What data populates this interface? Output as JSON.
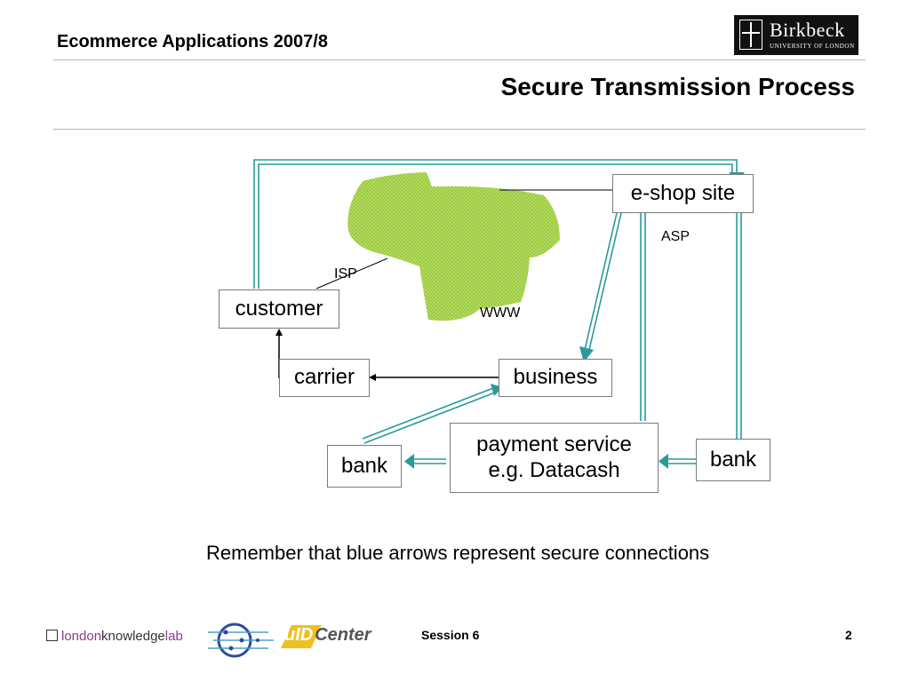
{
  "header": {
    "course_title": "Ecommerce Applications 2007/8",
    "slide_title": "Secure Transmission Process",
    "logo_name": "Birkbeck",
    "logo_sub": "UNIVERSITY OF LONDON"
  },
  "diagram": {
    "nodes": {
      "eshop": "e-shop site",
      "customer": "customer",
      "carrier": "carrier",
      "business": "business",
      "payment_line1": "payment service",
      "payment_line2": "e.g. Datacash",
      "bank_left": "bank",
      "bank_right": "bank"
    },
    "labels": {
      "asp": "ASP",
      "isp": "ISP",
      "www": "WWW"
    }
  },
  "note": "Remember that  blue arrows represent secure connections",
  "footer": {
    "logo_london": "london",
    "logo_knowledge": "knowledge",
    "logo_lab": "lab",
    "logo_uid": "uID Center",
    "session": "Session 6",
    "page_number": "2"
  },
  "colors": {
    "secure_arrow": "#2a9a9a",
    "cloud": "#9ccc3c",
    "rule": "#c9a8c9"
  }
}
